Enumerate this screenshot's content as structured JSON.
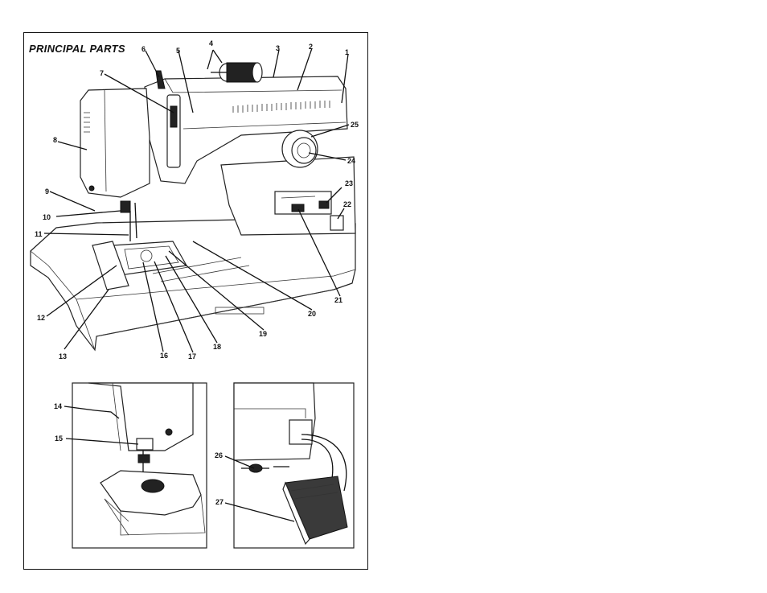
{
  "title": "PRINCIPAL PARTS",
  "callouts": {
    "c1": "1",
    "c2": "2",
    "c3": "3",
    "c4": "4",
    "c5": "5",
    "c6": "6",
    "c7": "7",
    "c8": "8",
    "c9": "9",
    "c10": "10",
    "c11": "11",
    "c12": "12",
    "c13": "13",
    "c14": "14",
    "c15": "15",
    "c16": "16",
    "c17": "17",
    "c18": "18",
    "c19": "19",
    "c20": "20",
    "c21": "21",
    "c22": "22",
    "c23": "23",
    "c24": "24",
    "c25": "25",
    "c26": "26",
    "c27": "27"
  },
  "colors": {
    "ink": "#111111",
    "paper": "#ffffff",
    "pedal": "#3a3a3a"
  }
}
